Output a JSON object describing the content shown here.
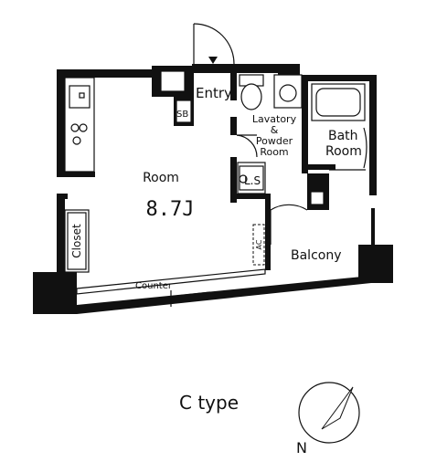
{
  "rooms": {
    "entry": "Entry",
    "sb": "SB",
    "lavatory_line1": "Lavatory",
    "lavatory_line2": "&",
    "lavatory_line3": "Powder",
    "lavatory_line4": "Room",
    "bath_line1": "Bath",
    "bath_line2": "Room",
    "ls": "L.S",
    "room": "Room",
    "room_size": "8.7J",
    "closet": "Closet",
    "ac": "AC",
    "balcony": "Balcony",
    "counter": "Counter"
  },
  "plan_type": "C type",
  "compass_label": "N"
}
